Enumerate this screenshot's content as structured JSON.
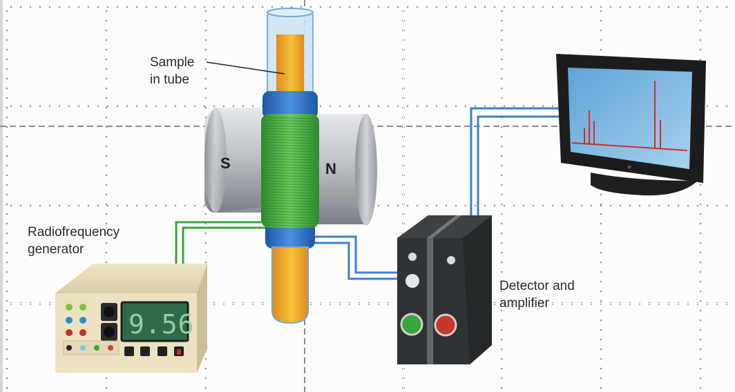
{
  "diagram": {
    "title": "NMR spectrometer schematic",
    "labels": {
      "sample": [
        "Sample",
        "in tube"
      ],
      "rf_generator": [
        "Radiofrequency",
        "generator"
      ],
      "detector": [
        "Detector and",
        "amplifier"
      ],
      "magnet_south": "S",
      "magnet_north": "N"
    },
    "display_readout": "9.56",
    "components": [
      "sample-tube",
      "rf-coil",
      "magnet-south",
      "magnet-north",
      "radiofrequency-generator",
      "detector-amplifier",
      "monitor"
    ],
    "connections": [
      {
        "from": "radiofrequency-generator",
        "to": "rf-coil",
        "color": "#3aa53a"
      },
      {
        "from": "rf-coil",
        "to": "detector-amplifier",
        "color": "#3a7fd0"
      },
      {
        "from": "detector-amplifier",
        "to": "monitor",
        "color": "#3a7fd0"
      }
    ],
    "colors": {
      "coil": "#3aa53a",
      "cable_blue": "#3a7fd0",
      "tube_cap": "#2f6fc6",
      "sample_fluid": "#f2a623",
      "magnet": "#a9adb3",
      "spectrum_peaks": "#d42a2a",
      "screen": "#7fb8e0",
      "generator_display": "#2f6b4a"
    }
  }
}
